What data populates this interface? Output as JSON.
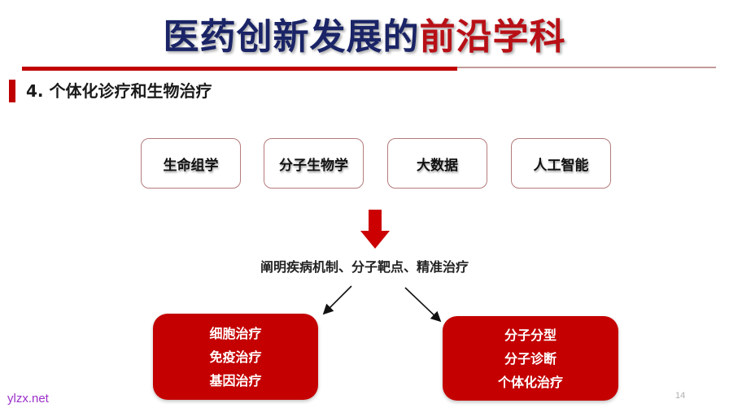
{
  "slide": {
    "title_part1": "医药创新发展的",
    "title_part2": "前沿学科",
    "section": "4. 个体化诊疗和生物治疗",
    "topics": [
      "生命组学",
      "分子生物学",
      "大数据",
      "人工智能"
    ],
    "summary": "阐明疾病机制、分子靶点、精准治疗",
    "left_box": [
      "细胞治疗",
      "免疫治疗",
      "基因治疗"
    ],
    "right_box": [
      "分子分型",
      "分子诊断",
      "个体化治疗"
    ],
    "page_number": "14",
    "watermark": "ylzx.net"
  },
  "colors": {
    "title_blue": "#1a2466",
    "title_red": "#b81016",
    "accent_red": "#c00000",
    "box_red": "#c40000",
    "watermark_purple": "#9b2fc9"
  }
}
